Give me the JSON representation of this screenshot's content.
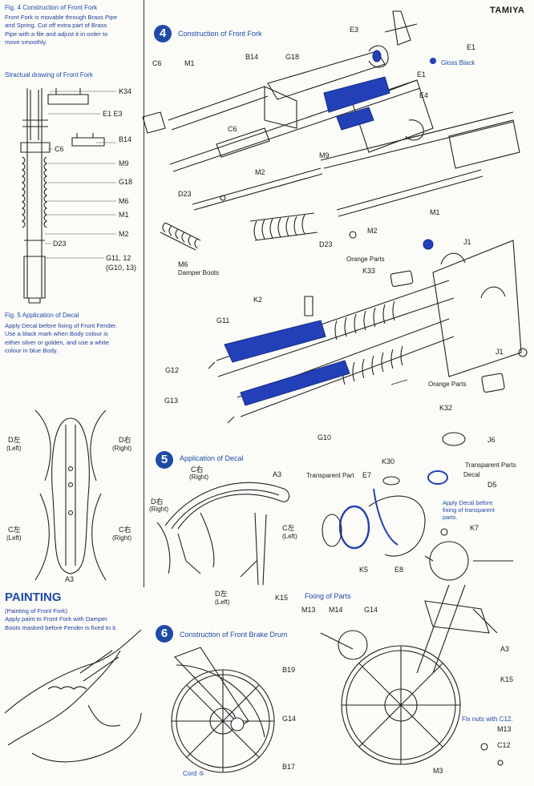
{
  "brand": "TAMIYA",
  "fig4": {
    "title": "Fig. 4 Construction of Front Fork",
    "lines": [
      "Front Fork is movable through Brass Pipe",
      "and Spring.  Cut off extra part of Brass",
      "Pipe with a file and adjust it in order to",
      "move smoothly."
    ],
    "struct_title": "Stractual drawing of Front Fork",
    "labels": [
      "K34",
      "E1  E3",
      "C6",
      "B14",
      "M9",
      "G18",
      "M6",
      "M1",
      "M2",
      "D23",
      "G11, 12",
      "(G10, 13)"
    ]
  },
  "fig5": {
    "title": "Fig. 5 Application of Decal",
    "lines": [
      "Apply Decal before fixing of Front Fender.",
      "Use a black mark when Body colour is",
      "either silver or golden, and use a white",
      "colour in blue Body."
    ],
    "labels": [
      "D左",
      "(Left)",
      "D右",
      "(Right)",
      "C左",
      "(Left)",
      "C右",
      "(Right)",
      "A3"
    ]
  },
  "painting": {
    "title": "PAINTING",
    "subtitle": "(Painting of Front Fork)",
    "lines": [
      "Apply paint to Front Fork with Damper",
      "Boots masked before Fender is fixed to it."
    ]
  },
  "step4": {
    "number": "4",
    "title": "Construction of Front Fork",
    "gloss_black": "Gloss Black",
    "orange_parts": "Orange Parts",
    "damper_boots": "Damper Boots",
    "labels": [
      "E3",
      "E1",
      "C6",
      "M1",
      "B14",
      "G18",
      "E1",
      "E4",
      "C6",
      "M9",
      "M2",
      "D23",
      "M1",
      "M2",
      "D23",
      "M6",
      "J1",
      "K33",
      "K2",
      "G11",
      "G12",
      "G13",
      "G10",
      "J1",
      "K32"
    ]
  },
  "step5": {
    "number": "5",
    "title": "Application of Decal",
    "transparent_part": "Transparent Part",
    "transparent_parts": "Transparent Parts",
    "decal": "Decal",
    "note": [
      "Apply Decal before",
      "fixing of transparent",
      "parts."
    ],
    "labels": [
      "C右",
      "(Right)",
      "A3",
      "D右",
      "(Right)",
      "C左",
      "(Left)",
      "D左",
      "(Left)",
      "K15",
      "K30",
      "E7",
      "J6",
      "D5",
      "K7",
      "K5",
      "E8"
    ]
  },
  "step6": {
    "number": "6",
    "title": "Construction of Front Brake Drum",
    "cord": "Cord ⑤",
    "labels": [
      "B19",
      "G14",
      "B17"
    ]
  },
  "fixing": {
    "title": "Fixing of Parts",
    "fix_note": "Fix nuts with C12.",
    "labels": [
      "M13",
      "M14",
      "G14",
      "A3",
      "K15",
      "M13",
      "C12",
      "M3"
    ]
  },
  "colors": {
    "accent": "#1f4aa8",
    "ink": "#1a1a1a",
    "paper": "#fbfbf8"
  }
}
